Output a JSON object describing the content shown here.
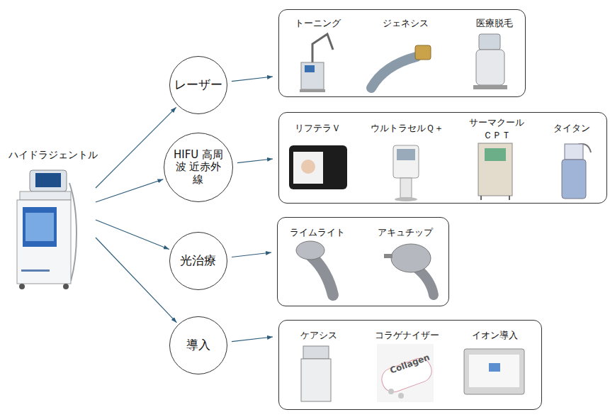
{
  "diagram": {
    "nodes": [
      {
        "text": [
          "ハイドラジェントル"
        ]
      },
      {
        "text": [
          "レーザー"
        ]
      },
      {
        "text": [
          "トーニング",
          "ジェネシス",
          "医療脱毛"
        ]
      },
      {
        "text": [
          "HIFU 高周波 近赤外線"
        ]
      },
      {
        "text": [
          "リフテラＶ",
          "ウルトラセルＱ＋",
          "サーマクール ＣＰＴ",
          "タイタン"
        ]
      },
      {
        "text": [
          "光治療"
        ]
      },
      {
        "text": [
          "ライムライト",
          "アキュチップ"
        ]
      },
      {
        "text": [
          "導入"
        ]
      },
      {
        "text": [
          "ケアシス",
          "コラゲナイザー",
          "イオン導入"
        ]
      }
    ],
    "edges": [
      {
        "from": 0,
        "to": 1,
        "arrow": "to"
      },
      {
        "from": 0,
        "to": 3,
        "arrow": "to"
      },
      {
        "from": 0,
        "to": 5,
        "arrow": "to"
      },
      {
        "from": 0,
        "to": 7,
        "arrow": "to"
      },
      {
        "from": 1,
        "to": 2,
        "arrow": "to"
      },
      {
        "from": 3,
        "to": 4,
        "arrow": "to"
      },
      {
        "from": 5,
        "to": 6,
        "arrow": "to"
      },
      {
        "from": 7,
        "to": 8,
        "arrow": "to"
      }
    ],
    "labels": [
      "Collagen"
    ]
  }
}
